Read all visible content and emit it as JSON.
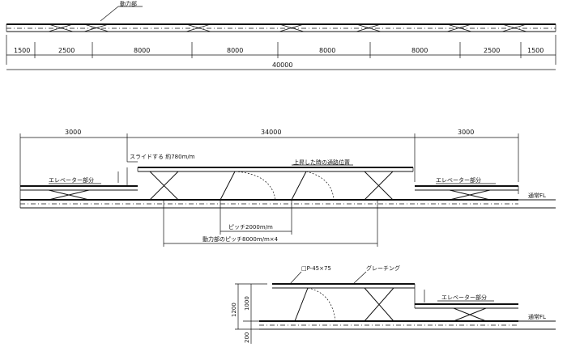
{
  "top_plan": {
    "label_power": "動力部",
    "dims": [
      "1500",
      "2500",
      "8000",
      "8000",
      "8000",
      "8000",
      "2500",
      "1500"
    ],
    "total": "40000"
  },
  "side_view": {
    "dim_left": "3000",
    "dim_middle": "34000",
    "dim_right": "3000",
    "slide_label": "スライドする 約780m/m",
    "raised_label": "上昇した時の通路位置",
    "elevator_left": "エレベーター部分",
    "elevator_right": "エレベーター部分",
    "floor_label": "通常FL",
    "pitch_label": "ピッチ2000m/m",
    "power_pitch_label": "動力部のピッチ8000m/m×4"
  },
  "section_view": {
    "pipe_label": "□P-45×75",
    "grating_label": "グレーチング",
    "elevator_label": "エレベーター部分",
    "floor_label": "通常FL",
    "dim_1200": "1200",
    "dim_1000": "1000",
    "dim_200": "200"
  }
}
